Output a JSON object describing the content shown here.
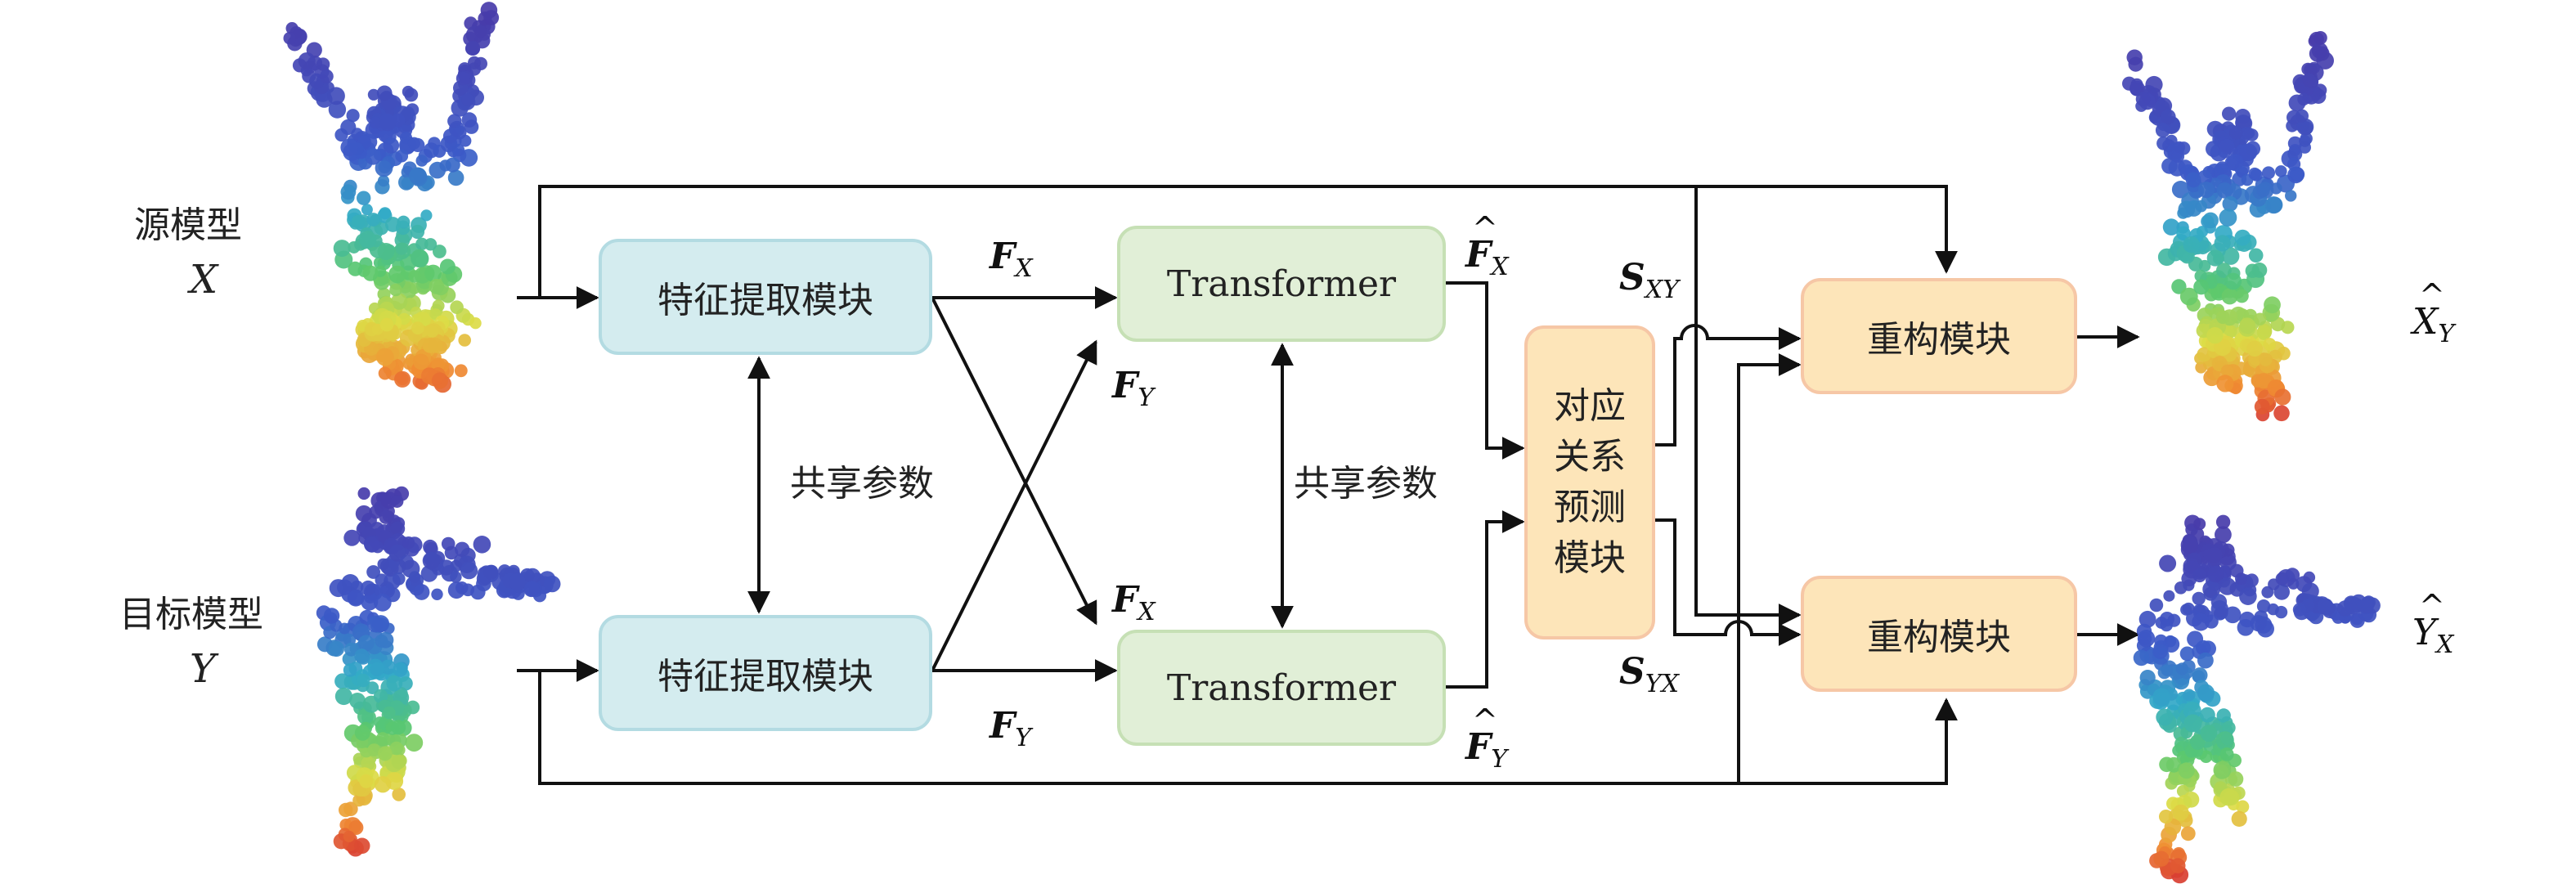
{
  "left_labels": {
    "source_label": "源模型",
    "source_symbol": "X",
    "target_label": "目标模型",
    "target_symbol": "Y"
  },
  "modules": {
    "feature_top": "特征提取模块",
    "feature_bottom": "特征提取模块",
    "transformer_top": "Transformer",
    "transformer_bottom": "Transformer",
    "correspondence_lines": [
      "对应",
      "关系",
      "预测",
      "模块"
    ],
    "recon_top": "重构模块",
    "recon_bottom": "重构模块"
  },
  "shared_labels": {
    "shared_left": "共享参数",
    "shared_right": "共享参数"
  },
  "features": {
    "fx_top": {
      "base": "F",
      "sub": "X"
    },
    "fy_cross_top": {
      "base": "F",
      "sub": "Y"
    },
    "fx_cross_bottom": {
      "base": "F",
      "sub": "X"
    },
    "fy_bottom": {
      "base": "F",
      "sub": "Y"
    },
    "fx_hat": {
      "base": "F",
      "sub": "X"
    },
    "fy_hat": {
      "base": "F",
      "sub": "Y"
    },
    "s_xy": {
      "base": "S",
      "sub": "XY"
    },
    "s_yx": {
      "base": "S",
      "sub": "YX"
    }
  },
  "outputs": {
    "out_top": {
      "base": "X",
      "sub": "Y"
    },
    "out_bottom": {
      "base": "Y",
      "sub": "X"
    }
  },
  "colors": {
    "feature_fill": "#d4ecef",
    "transformer_fill": "#e1efd7",
    "recon_fill": "#fde5b9",
    "line": "#111111"
  }
}
